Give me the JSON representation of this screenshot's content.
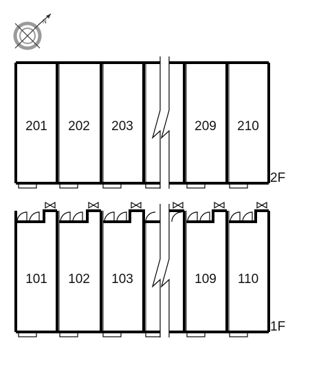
{
  "floors": [
    {
      "name": "2F",
      "units_left": [
        "201",
        "202",
        "203"
      ],
      "units_right": [
        "209",
        "210"
      ]
    },
    {
      "name": "1F",
      "units_left": [
        "101",
        "102",
        "103"
      ],
      "units_right": [
        "109",
        "110"
      ]
    }
  ],
  "icons": {
    "compass": "compass-rose-icon",
    "break": "break-line-icon",
    "door": "door-swing-icon",
    "meter": "meter-box-icon",
    "balcony": "balcony-ledge-icon"
  },
  "colors": {
    "wall": "#000000",
    "compass_ring": "#9a9a9a",
    "background": "#ffffff"
  }
}
